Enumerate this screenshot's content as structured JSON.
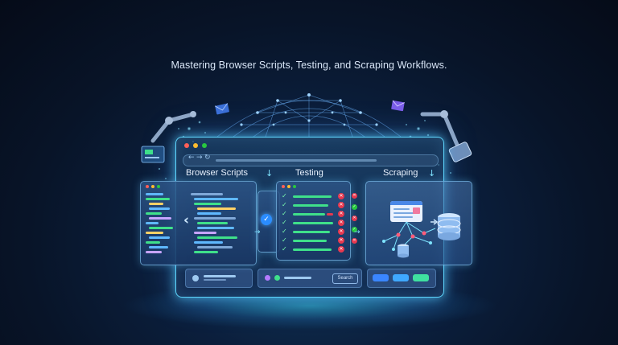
{
  "headline": "Mastering Browser Scripts, Testing, and Scraping Workflows.",
  "browser": {
    "nav_back": "←",
    "nav_forward": "→",
    "nav_reload": "↻"
  },
  "sections": {
    "scripts_label": "Browser Scripts",
    "testing_label": "Testing",
    "scraping_label": "Scraping"
  },
  "bottom_bar": {
    "search_label": "Search"
  },
  "colors": {
    "accent_cyan": "#5fd8ff",
    "pass_green": "#3fe08a",
    "fail_red": "#e8384f",
    "button_blue": "#3a86ff",
    "button_teal": "#3fe0a0"
  },
  "icons": {
    "code": "code-lines-icon",
    "check": "checkmark-icon",
    "cross": "x-mark-icon",
    "database": "database-icon",
    "envelope": "envelope-icon",
    "robot_arm": "robot-arm-icon"
  }
}
